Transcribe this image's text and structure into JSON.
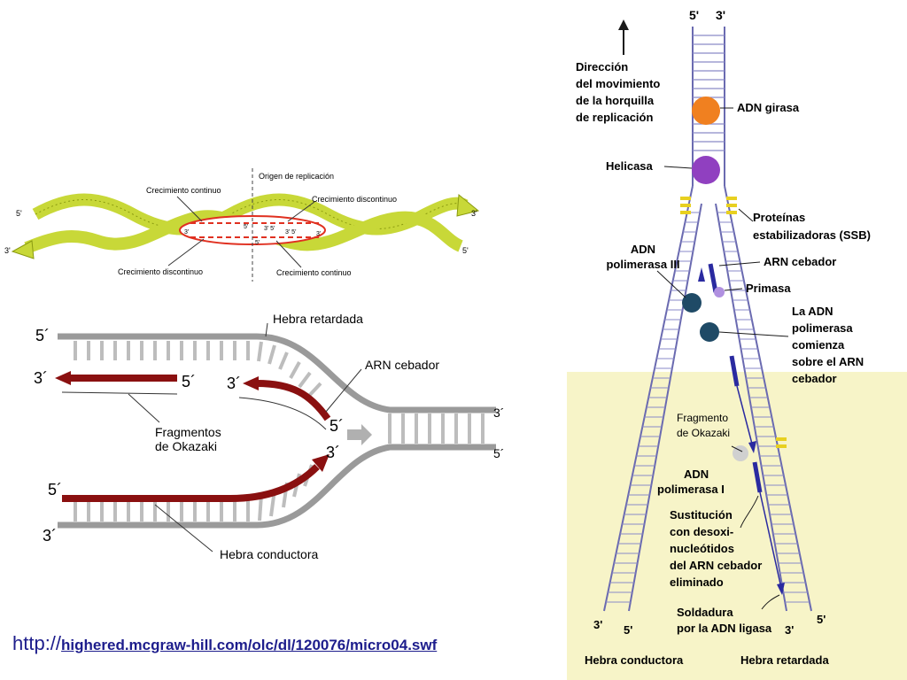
{
  "bubble": {
    "origin": "Origen de replicación",
    "cont_top": "Crecimiento continuo",
    "disc_top": "Crecimiento discontinuo",
    "disc_bottom": "Crecimiento discontinuo",
    "cont_bottom": "Crecimiento continuo",
    "e5_tl": "5'",
    "e3_bl": "3'",
    "e3_tr": "3'",
    "e5_br": "5'",
    "i3a": "3'",
    "i5a": "5'",
    "i3b": "3' 5'",
    "i3c": "3' 5'",
    "i5b": "5'",
    "i3d": "3'"
  },
  "fork": {
    "lagging": "Hebra retardada",
    "primer": "ARN cebador",
    "okazaki": "Fragmentos\nde Okazaki",
    "leading": "Hebra conductora",
    "e5_top": "5´",
    "e3_left": "3´",
    "e5_frag": "5´",
    "e3_frag": "3´",
    "e5_mid": "5´",
    "e3_mid": "3´",
    "e5_low": "5´",
    "e3_bot": "3´",
    "e3_right": "3´",
    "e5_right": "5´"
  },
  "right": {
    "top5": "5'",
    "top3": "3'",
    "direction": "Dirección\ndel movimiento\nde la horquilla\nde replicación",
    "gyrase": "ADN girasa",
    "helicase": "Helicasa",
    "ssb": "Proteínas\nestabilizadoras (SSB)",
    "pol3": "ADN\npolimerasa III",
    "primer": "ARN cebador",
    "primase": "Primasa",
    "pol_begins": "La ADN\npolimerasa\ncomienza\nsobre el ARN\ncebador",
    "okazaki": "Fragmento\nde Okazaki",
    "pol1": "ADN\npolimerasa I",
    "substitution": "Sustitución\ncon desoxi-\nnucleótidos\ndel ARN cebador\neliminado",
    "ligase": "Soldadura\npor la ADN ligasa",
    "b3l": "3'",
    "b5l": "5'",
    "b3r": "3'",
    "b5r": "5'",
    "leading": "Hebra conductora",
    "lagging": "Hebra retardada"
  },
  "url": {
    "protocol": "http://",
    "path": "highered.mcgraw-hill.com/olc/dl/120076/micro04.swf"
  },
  "colors": {
    "helix": "#c8d838",
    "helix_dark": "#8a9a10",
    "new_strand": "#e03020",
    "rna": "#8a1010",
    "backbone": "#9a9a9a",
    "gyrase": "#f08020",
    "helicase": "#9040c0",
    "polymerase": "#1f4a66",
    "primer": "#2a2aa0",
    "ssb": "#e8d020",
    "panel_bg": "#f7f4c8"
  }
}
